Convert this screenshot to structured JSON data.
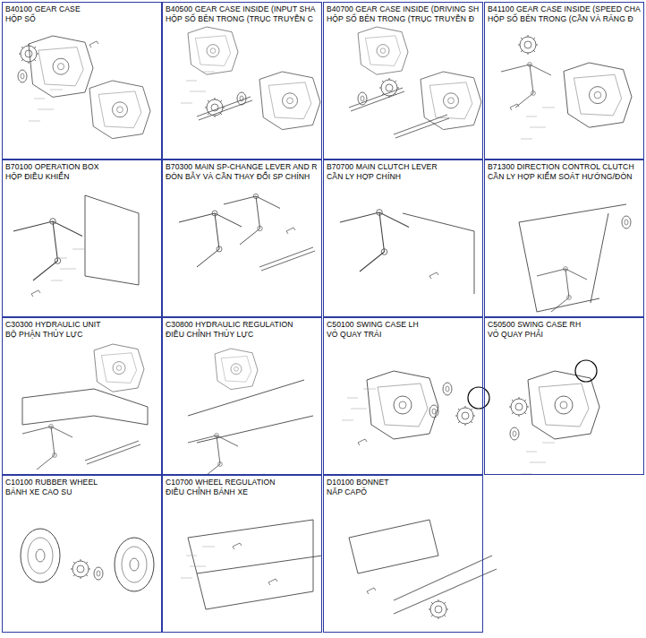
{
  "diagram": {
    "nodes": [
      {
        "text": [
          "B40100 GEAR CASE",
          "HỘP SỐ"
        ]
      },
      {
        "text": [
          "B40500 GEAR CASE INSIDE (INPUT SHA",
          "HỘP SỐ BÊN TRONG (TRỤC TRUYỀN C"
        ]
      },
      {
        "text": [
          "B40700 GEAR CASE INSIDE (DRIVING SH",
          "HỘP SỐ BÊN TRONG (TRỤC TRUYỀN Đ"
        ]
      },
      {
        "text": [
          "B41100 GEAR CASE INSIDE (SPEED CHA",
          "HỘP SỐ BÊN TRONG (CẦN VÀ RĂNG Đ"
        ]
      },
      {
        "text": [
          "B70100 OPERATION BOX",
          "HỘP ĐIỀU KHIỂN"
        ]
      },
      {
        "text": [
          "B70300 MAIN SP-CHANGE LEVER AND R",
          "ĐÒN BẪY VÀ CẦN THAY ĐỔI SP CHÍNH"
        ]
      },
      {
        "text": [
          "B70700 MAIN CLUTCH LEVER",
          "CẦN LY HỢP CHÍNH"
        ]
      },
      {
        "text": [
          "B71300 DIRECTION CONTROL CLUTCH",
          "CẦN LY HỢP KIỂM SOÁT HƯỚNG/ĐÒN"
        ]
      },
      {
        "text": [
          "C30300 HYDRAULIC UNIT",
          "BỘ PHẬN THỦY LỰC"
        ]
      },
      {
        "text": [
          "C30800 HYDRAULIC REGULATION",
          "ĐIỀU CHỈNH THỦY LỰC"
        ]
      },
      {
        "text": [
          "C50100 SWING CASE LH",
          "VỎ QUAY TRÁI"
        ]
      },
      {
        "text": [
          "C50500 SWING CASE RH",
          "VỎ QUAY PHẢI"
        ]
      },
      {
        "text": [
          "C10100 RUBBER WHEEL",
          "BÁNH XE CAO SU"
        ]
      },
      {
        "text": [
          "C10700 WHEEL REGULATION",
          "ĐIỀU CHỈNH BÁNH XE"
        ]
      },
      {
        "text": [
          "D10100 BONNET",
          "NẮP CAPÔ"
        ]
      }
    ]
  }
}
